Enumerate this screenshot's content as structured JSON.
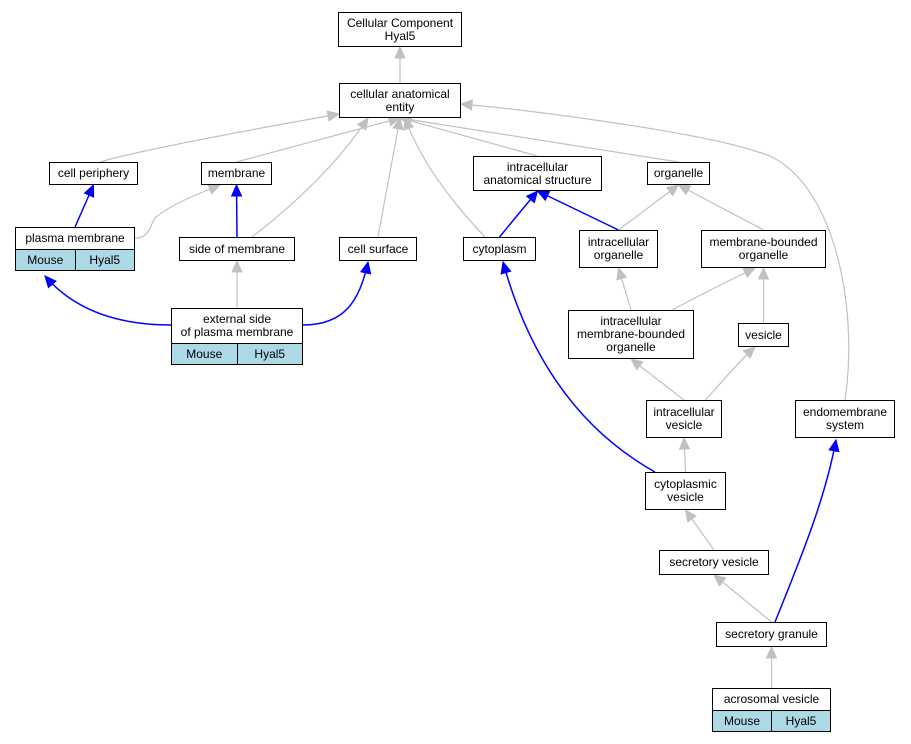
{
  "colors": {
    "edge_isa": "#c0c0c0",
    "edge_partof": "#0000ff",
    "annotation": "#add8e6"
  },
  "nodes": [
    {
      "id": "root",
      "label": "Cellular Component\nHyal5"
    },
    {
      "id": "cae",
      "label": "cellular anatomical\nentity"
    },
    {
      "id": "cellperiph",
      "label": "cell periphery"
    },
    {
      "id": "membrane",
      "label": "membrane"
    },
    {
      "id": "ias",
      "label": "intracellular\nanatomical structure"
    },
    {
      "id": "organelle",
      "label": "organelle"
    },
    {
      "id": "plasma",
      "label": "plasma membrane",
      "annotations": [
        "Mouse",
        "Hyal5"
      ]
    },
    {
      "id": "sidemem",
      "label": "side of membrane"
    },
    {
      "id": "cellsurf",
      "label": "cell surface"
    },
    {
      "id": "cytoplasm",
      "label": "cytoplasm"
    },
    {
      "id": "intraorg",
      "label": "intracellular\norganelle"
    },
    {
      "id": "mbo",
      "label": "membrane-bounded\norganelle"
    },
    {
      "id": "extside",
      "label": "external side\nof plasma membrane",
      "annotations": [
        "Mouse",
        "Hyal5"
      ]
    },
    {
      "id": "imbo",
      "label": "intracellular\nmembrane-bounded\norganelle"
    },
    {
      "id": "vesicle",
      "label": "vesicle"
    },
    {
      "id": "intraves",
      "label": "intracellular\nvesicle"
    },
    {
      "id": "endo",
      "label": "endomembrane\nsystem"
    },
    {
      "id": "cytoves",
      "label": "cytoplasmic\nvesicle"
    },
    {
      "id": "secves",
      "label": "secretory vesicle"
    },
    {
      "id": "secgran",
      "label": "secretory granule"
    },
    {
      "id": "acro",
      "label": "acrosomal vesicle",
      "annotations": [
        "Mouse",
        "Hyal5"
      ]
    }
  ],
  "edges": [
    {
      "from": "cae",
      "to": "root",
      "type": "isa"
    },
    {
      "from": "cellperiph",
      "to": "cae",
      "type": "isa"
    },
    {
      "from": "membrane",
      "to": "cae",
      "type": "isa"
    },
    {
      "from": "ias",
      "to": "cae",
      "type": "isa"
    },
    {
      "from": "organelle",
      "to": "cae",
      "type": "isa"
    },
    {
      "from": "sidemem",
      "to": "cae",
      "type": "isa"
    },
    {
      "from": "cellsurf",
      "to": "cae",
      "type": "isa"
    },
    {
      "from": "cytoplasm",
      "to": "cae",
      "type": "isa"
    },
    {
      "from": "endo",
      "to": "cae",
      "type": "isa"
    },
    {
      "from": "plasma",
      "to": "cellperiph",
      "type": "partof"
    },
    {
      "from": "plasma",
      "to": "membrane",
      "type": "isa"
    },
    {
      "from": "sidemem",
      "to": "membrane",
      "type": "partof"
    },
    {
      "from": "cytoplasm",
      "to": "ias",
      "type": "partof"
    },
    {
      "from": "intraorg",
      "to": "ias",
      "type": "partof"
    },
    {
      "from": "intraorg",
      "to": "organelle",
      "type": "isa"
    },
    {
      "from": "mbo",
      "to": "organelle",
      "type": "isa"
    },
    {
      "from": "extside",
      "to": "sidemem",
      "type": "isa"
    },
    {
      "from": "extside",
      "to": "plasma",
      "type": "partof"
    },
    {
      "from": "extside",
      "to": "cellsurf",
      "type": "partof"
    },
    {
      "from": "imbo",
      "to": "intraorg",
      "type": "isa"
    },
    {
      "from": "imbo",
      "to": "mbo",
      "type": "isa"
    },
    {
      "from": "vesicle",
      "to": "mbo",
      "type": "isa"
    },
    {
      "from": "intraves",
      "to": "imbo",
      "type": "isa"
    },
    {
      "from": "intraves",
      "to": "vesicle",
      "type": "isa"
    },
    {
      "from": "cytoves",
      "to": "intraves",
      "type": "isa"
    },
    {
      "from": "cytoves",
      "to": "cytoplasm",
      "type": "partof"
    },
    {
      "from": "secves",
      "to": "cytoves",
      "type": "isa"
    },
    {
      "from": "secgran",
      "to": "secves",
      "type": "isa"
    },
    {
      "from": "secgran",
      "to": "endo",
      "type": "partof"
    },
    {
      "from": "acro",
      "to": "secgran",
      "type": "isa"
    }
  ]
}
